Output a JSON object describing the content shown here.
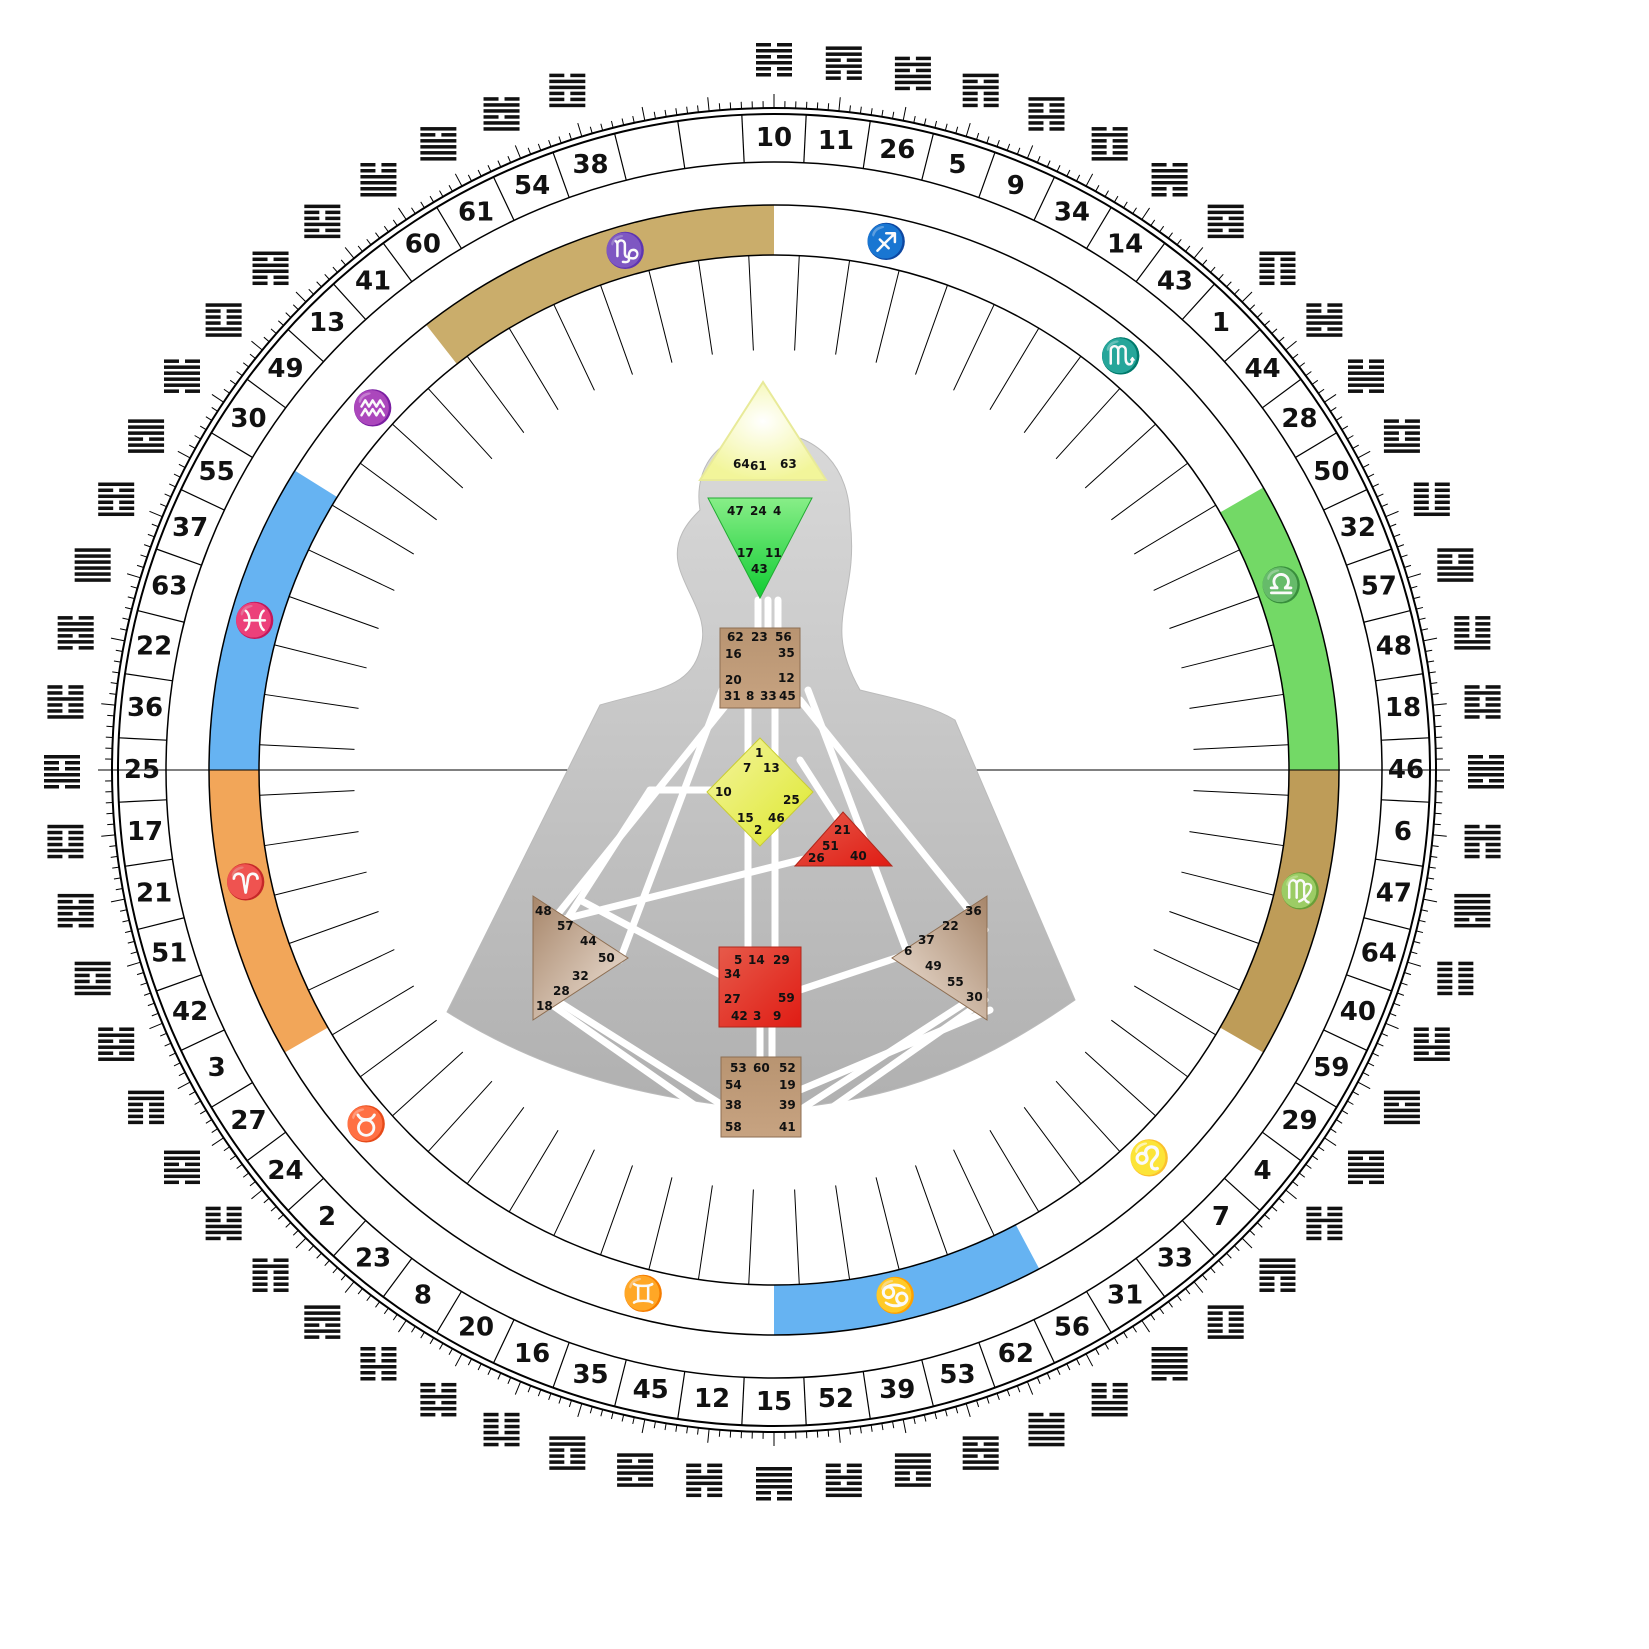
{
  "wheel": {
    "gates_clockwise_from_top": [
      "10",
      "11",
      "26",
      "5",
      "9",
      "34",
      "14",
      "43",
      "1",
      "44",
      "28",
      "50",
      "32",
      "57",
      "48",
      "18",
      "46",
      "6",
      "47",
      "64",
      "40",
      "59",
      "29",
      "4",
      "7",
      "33",
      "31",
      "56",
      "62",
      "53",
      "39",
      "52",
      "15",
      "12",
      "45",
      "35",
      "16",
      "20",
      "8",
      "23",
      "2",
      "24",
      "27",
      "3",
      "42",
      "51",
      "21",
      "17",
      "25",
      "36",
      "22",
      "63",
      "37",
      "55",
      "30",
      "49",
      "13",
      "41",
      "60",
      "61",
      "54",
      "38"
    ],
    "gate_index_offset": 2,
    "faded_gates": [
      "41",
      "38"
    ],
    "highlighted_gates": [
      "46",
      "25"
    ],
    "signs": [
      {
        "name": "sagittarius",
        "glyph": "♐",
        "angle": 12
      },
      {
        "name": "scorpio",
        "glyph": "♏",
        "angle": 40
      },
      {
        "name": "libra",
        "glyph": "♎",
        "angle": 70
      },
      {
        "name": "virgo",
        "glyph": "♍",
        "angle": 103
      },
      {
        "name": "leo",
        "glyph": "♌",
        "angle": 136
      },
      {
        "name": "cancer",
        "glyph": "♋",
        "angle": 167
      },
      {
        "name": "gemini",
        "glyph": "♊",
        "angle": 194
      },
      {
        "name": "taurus",
        "glyph": "♉",
        "angle": 229
      },
      {
        "name": "aries",
        "glyph": "♈",
        "angle": 258
      },
      {
        "name": "pisces",
        "glyph": "♓",
        "angle": 286
      },
      {
        "name": "aquarius",
        "glyph": "♒",
        "angle": 312
      },
      {
        "name": "capricorn",
        "glyph": "♑",
        "angle": 344
      }
    ],
    "bands": [
      {
        "name": "capricorn-band",
        "start": 322,
        "end": 360,
        "color": "#b8923a"
      },
      {
        "name": "libra-band",
        "start": 60,
        "end": 90,
        "color": "#44cc33"
      },
      {
        "name": "virgo-band",
        "start": 90,
        "end": 120,
        "color": "#a87b20"
      },
      {
        "name": "cancer-band",
        "start": 152,
        "end": 180,
        "color": "#3399ee"
      },
      {
        "name": "pisces-band",
        "start": 270,
        "end": 302,
        "color": "#3399ee"
      },
      {
        "name": "aries-band",
        "start": 240,
        "end": 270,
        "color": "#ee8822"
      }
    ]
  },
  "bodygraph": {
    "centers": [
      {
        "name": "head-center",
        "numbers": [
          "64",
          "61",
          "63"
        ],
        "color": "#f2f59a"
      },
      {
        "name": "ajna-center",
        "numbers": [
          "47",
          "24",
          "4",
          "17",
          "11",
          "43"
        ],
        "color": "#33dd55"
      },
      {
        "name": "throat-center",
        "numbers": [
          "62",
          "23",
          "56",
          "16",
          "35",
          "20",
          "12",
          "31",
          "8",
          "33",
          "45"
        ],
        "color": "#b08a68"
      },
      {
        "name": "g-center",
        "numbers": [
          "1",
          "7",
          "13",
          "10",
          "25",
          "15",
          "46",
          "2"
        ],
        "color": "#e6ee44"
      },
      {
        "name": "heart-center",
        "numbers": [
          "21",
          "51",
          "26",
          "40"
        ],
        "color": "#ee3322"
      },
      {
        "name": "spleen-center",
        "numbers": [
          "48",
          "57",
          "44",
          "50",
          "32",
          "28",
          "18"
        ],
        "color": "#a7866a"
      },
      {
        "name": "solar-plexus-center",
        "numbers": [
          "36",
          "22",
          "6",
          "37",
          "49",
          "55",
          "30"
        ],
        "color": "#a7866a"
      },
      {
        "name": "sacral-center",
        "numbers": [
          "5",
          "14",
          "29",
          "34",
          "27",
          "59",
          "42",
          "3",
          "9"
        ],
        "color": "#e04a3a"
      },
      {
        "name": "root-center",
        "numbers": [
          "53",
          "60",
          "52",
          "54",
          "19",
          "38",
          "39",
          "58",
          "41"
        ],
        "color": "#b08a68"
      }
    ]
  },
  "colors": {
    "ring_line": "#000000",
    "background": "#ffffff",
    "silhouette": "#bdbdbd"
  }
}
